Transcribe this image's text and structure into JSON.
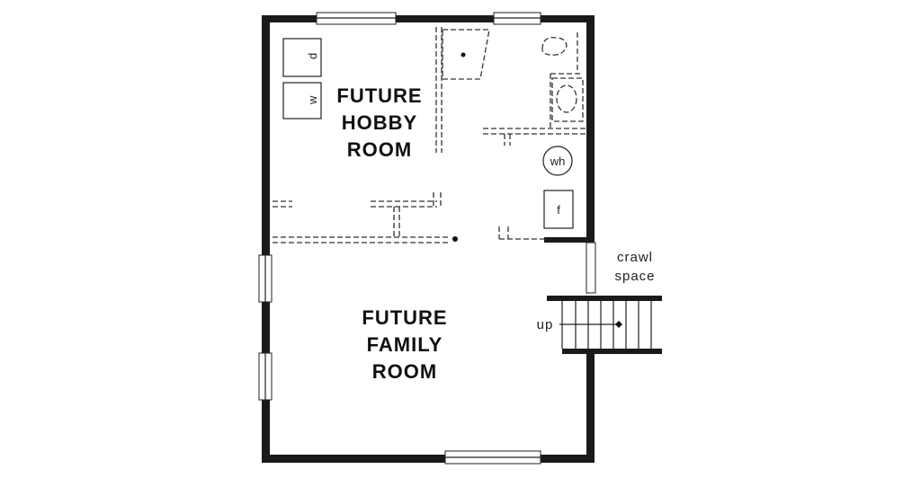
{
  "rooms": {
    "hobby": [
      "FUTURE",
      "HOBBY",
      "ROOM"
    ],
    "family": [
      "FUTURE",
      "FAMILY",
      "ROOM"
    ]
  },
  "fixtures": {
    "dryer": "d",
    "washer": "w",
    "water_heater": "wh",
    "furnace": "f"
  },
  "notes": {
    "crawl": [
      "crawl",
      "space"
    ],
    "stairs": "up"
  },
  "colors": {
    "wall": "#1a1a1a",
    "background": "#ffffff"
  }
}
